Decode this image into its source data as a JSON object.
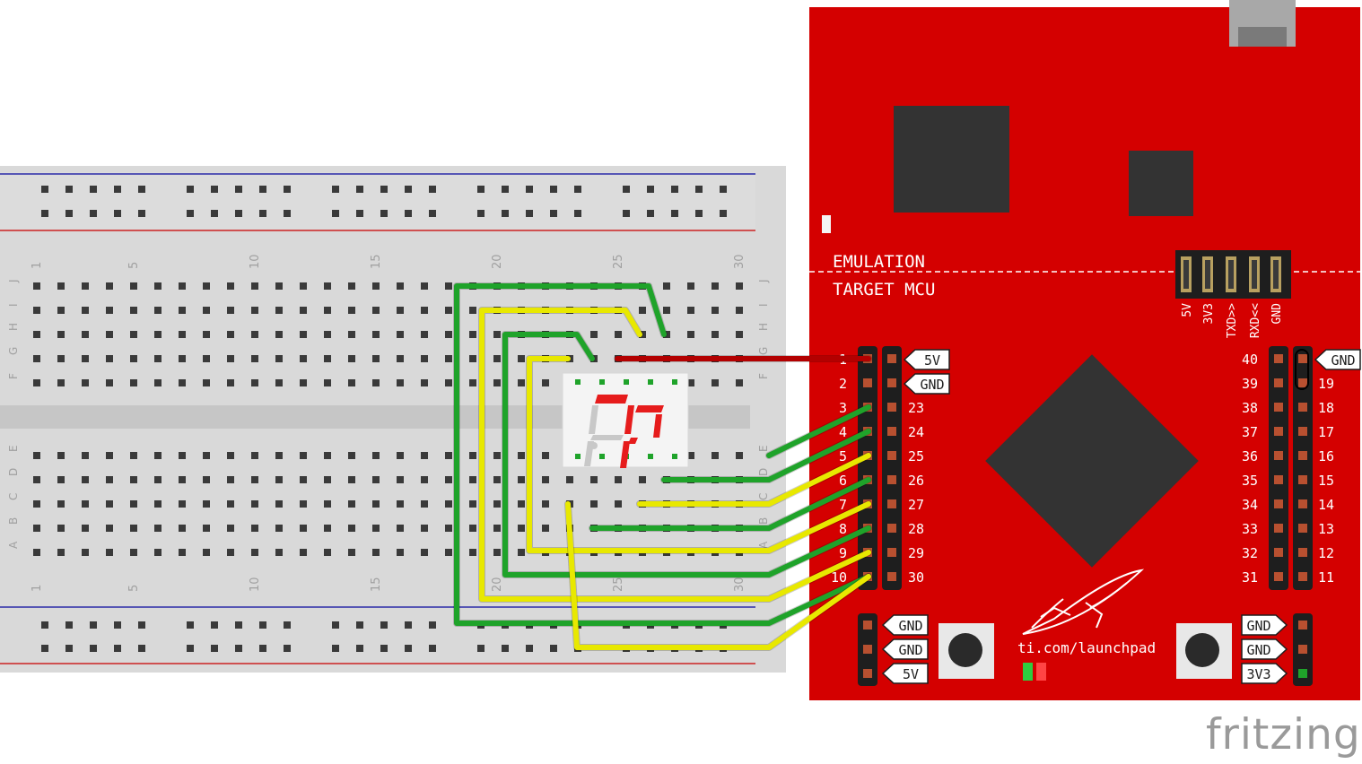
{
  "breadboard": {
    "column_numbers": [
      "1",
      "5",
      "10",
      "15",
      "20",
      "25",
      "30"
    ],
    "top_row_letters": [
      "J",
      "I",
      "H",
      "G",
      "F"
    ],
    "bottom_row_letters": [
      "E",
      "D",
      "C",
      "B",
      "A"
    ]
  },
  "launchpad": {
    "emulation_label": "EMULATION",
    "target_label": "TARGET MCU",
    "jumper_labels": [
      "5V",
      "3V3",
      "TXD>>",
      "RXD<<",
      "GND"
    ],
    "left_header_outer_numbers": [
      "1",
      "2",
      "3",
      "4",
      "5",
      "6",
      "7",
      "8",
      "9",
      "10"
    ],
    "left_header_inner_numbers": [
      "",
      "",
      "23",
      "24",
      "25",
      "26",
      "27",
      "28",
      "29",
      "30"
    ],
    "left_header_tags": [
      "5V",
      "GND"
    ],
    "right_header_inner_numbers": [
      "40",
      "39",
      "38",
      "37",
      "36",
      "35",
      "34",
      "33",
      "32",
      "31"
    ],
    "right_header_outer_numbers": [
      "",
      "19",
      "18",
      "17",
      "16",
      "15",
      "14",
      "13",
      "12",
      "11"
    ],
    "right_header_tag": "GND",
    "bottom_left_tags": [
      "GND",
      "GND",
      "5V"
    ],
    "bottom_right_tags": [
      "GND",
      "GND",
      "3V3"
    ],
    "url": "ti.com/launchpad"
  },
  "brand": "fritzing",
  "colors": {
    "board": "#d40000",
    "breadboard": "#d9d9d9",
    "wire_green": "#1fa32a",
    "wire_yellow": "#e8e800",
    "wire_red": "#b30000",
    "segment_on": "#e61c1c",
    "segment_off": "#c8c8c8"
  }
}
